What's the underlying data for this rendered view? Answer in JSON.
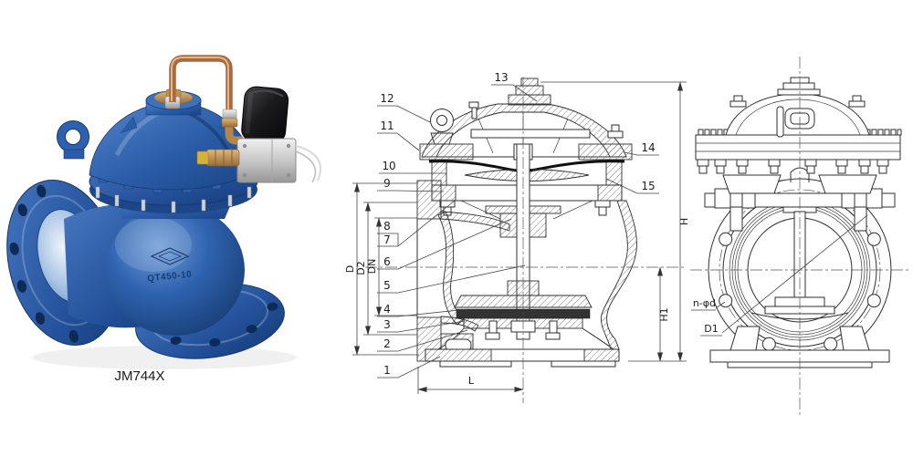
{
  "colors": {
    "valve-blue": "#2a5ca8",
    "valve-blue-dark": "#16386e",
    "copper": "#a96a3e",
    "brass": "#c9a467",
    "solenoid-black": "#141414",
    "silver": "#cfcfcf",
    "drawing-line": "#2f2f2f"
  },
  "photo": {
    "caption": "JM744X",
    "casting_mark": "QT450-10"
  },
  "section_view": {
    "part_numbers": {
      "p1": "1",
      "p2": "2",
      "p3": "3",
      "p4": "4",
      "p5": "5",
      "p6": "6",
      "p7": "7",
      "p8": "8",
      "p9": "9",
      "p10": "10",
      "p11": "11",
      "p12": "12",
      "p13": "13",
      "p14": "14",
      "p15": "15"
    },
    "dimensions": {
      "d": "D",
      "d2": "D2",
      "dn": "DN",
      "h": "H",
      "h1": "H1",
      "l": "L"
    }
  },
  "front_view": {
    "labels": {
      "bolt_holes": "n-φd",
      "bolt_circle": "D1"
    }
  }
}
